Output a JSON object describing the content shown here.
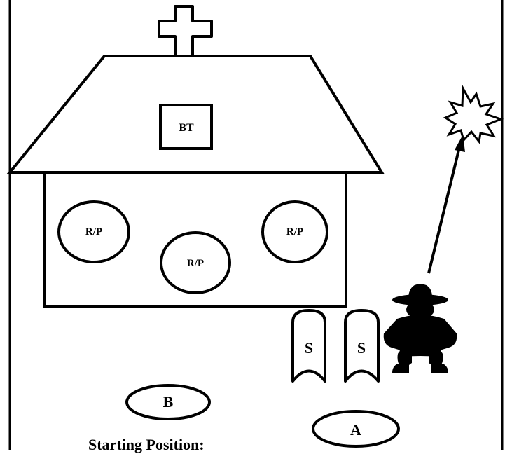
{
  "labels": {
    "bell_tower": "BT",
    "pulpit_1": "R/P",
    "pulpit_2": "R/P",
    "pulpit_3": "R/P",
    "shelter_1": "S",
    "shelter_2": "S",
    "position_b": "B",
    "position_a": "A"
  },
  "caption": "Starting Position:",
  "icons": {
    "cross": "cross-icon",
    "burst": "explosion-icon",
    "figure": "crouching-person-icon",
    "arrow": "arrow-icon"
  },
  "colors": {
    "stroke": "#000000",
    "background": "#ffffff"
  }
}
